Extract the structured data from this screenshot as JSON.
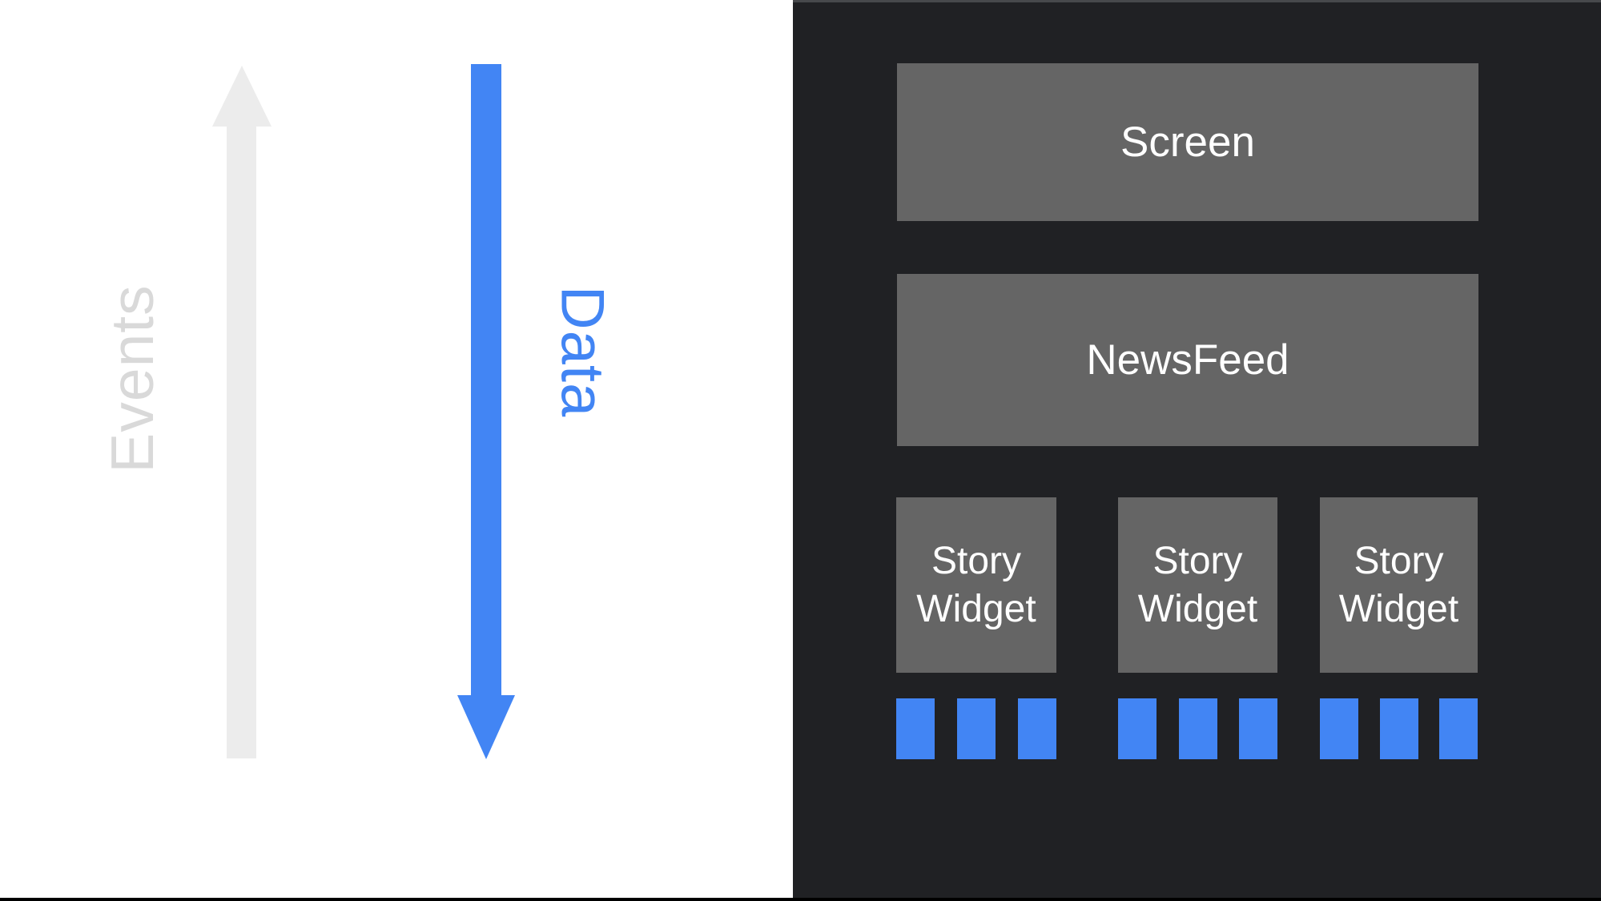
{
  "colors": {
    "page-bg": "#ffffff",
    "panel-bg": "#202124",
    "panel-top-edge": "#47494c",
    "box-gray": "#656565",
    "accent-blue": "#4285f4",
    "arrow-gray": "#ececec",
    "events-text": "#d9d9d9",
    "box-text": "#ffffff",
    "bottom-edge": "#000000"
  },
  "flow": {
    "events": {
      "label": "Events",
      "direction": "up"
    },
    "data": {
      "label": "Data",
      "direction": "down"
    }
  },
  "widget_tree": {
    "screen_label": "Screen",
    "newsfeed_label": "NewsFeed",
    "story_widgets": [
      {
        "label": "Story Widget"
      },
      {
        "label": "Story Widget"
      },
      {
        "label": "Story Widget"
      }
    ],
    "squares_per_widget": 3
  }
}
